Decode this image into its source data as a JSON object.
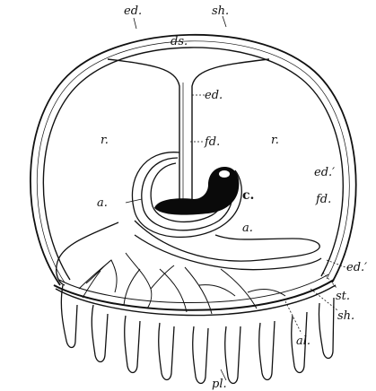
{
  "figure": {
    "labels": {
      "ed_top": "ed.",
      "sh_top": "sh.",
      "ds": "ds.",
      "ed_stalk": "ed.",
      "fd_stalk": "fd.",
      "r_left": "r.",
      "r_right": "r.",
      "ed_prime_right": "ed.′",
      "fd_right": "fd.",
      "c": "c.",
      "a_left": "a.",
      "a_right": "a.",
      "ed_prime_lower": "ed.′",
      "st": "st.",
      "sh_lower": "sh.",
      "al": "al.",
      "pl": "pl."
    },
    "colors": {
      "ink": "#111111",
      "paper": "#ffffff",
      "embryo": "#0a0a0a"
    }
  }
}
